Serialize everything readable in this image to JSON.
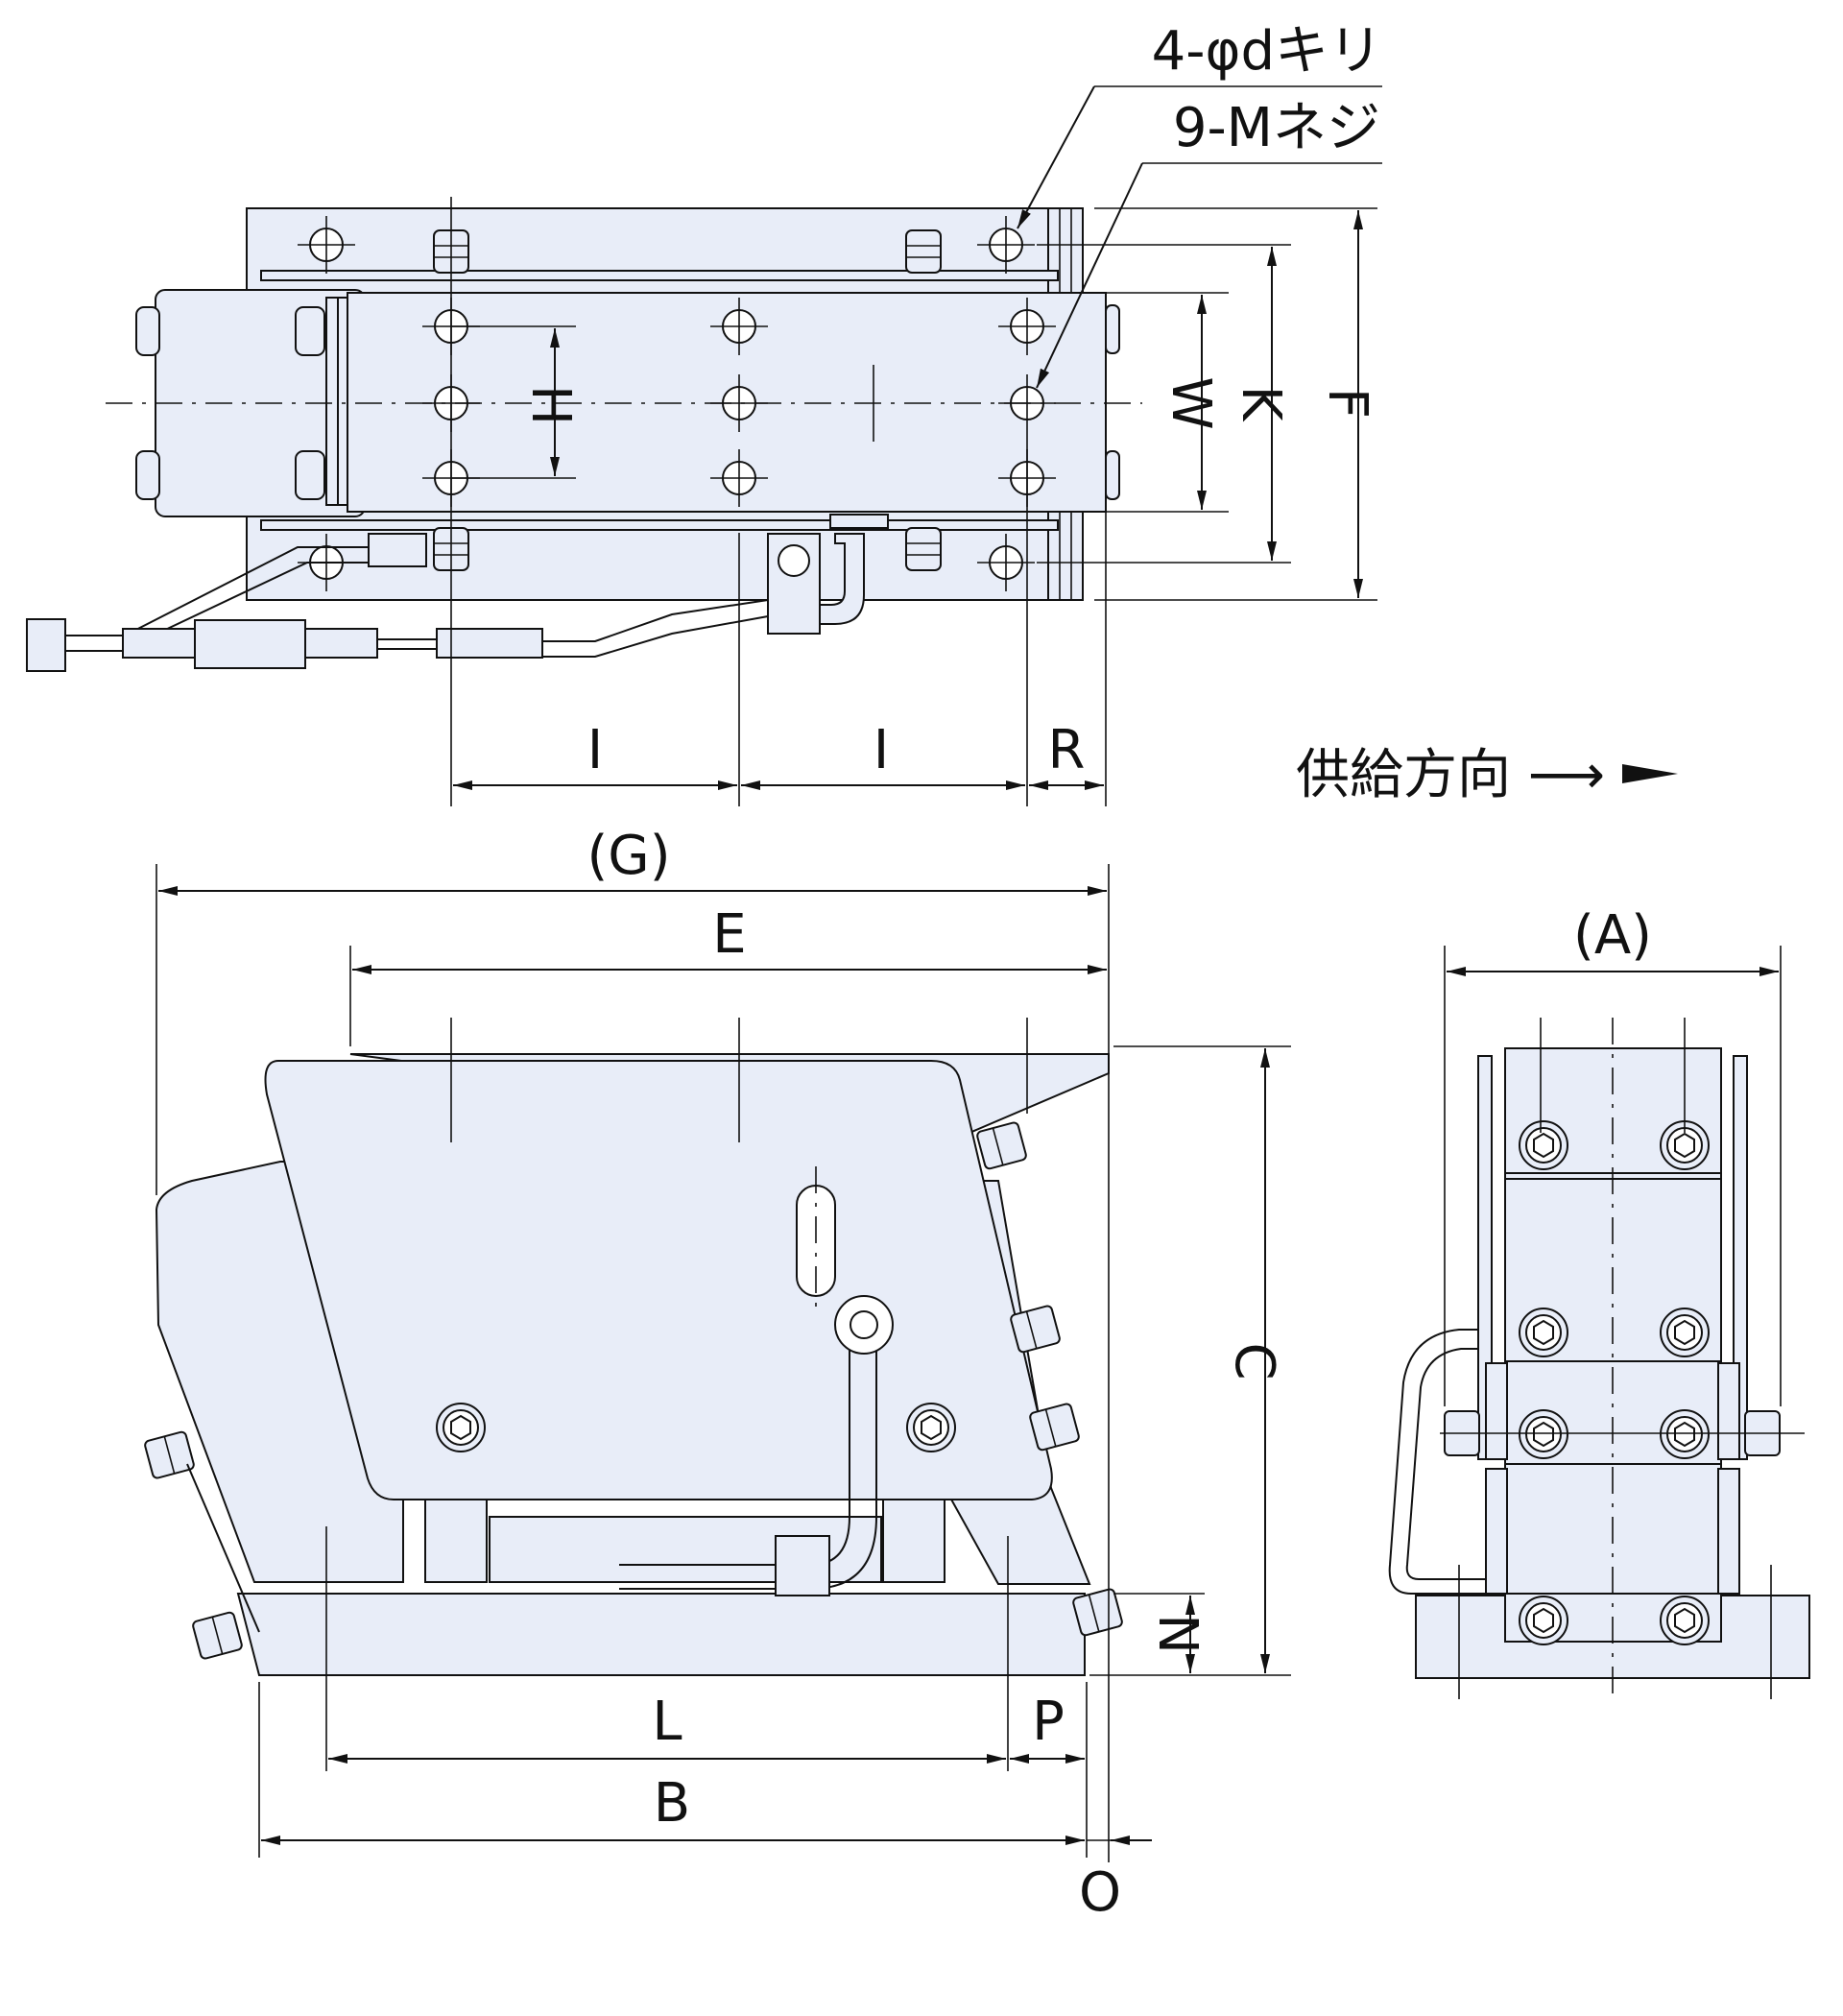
{
  "labels": {
    "hole_note": "4-φdキリ",
    "thread_note": "9-Mネジ",
    "feed_direction": "供給方向 ⟶",
    "dim_H": "H",
    "dim_W": "W",
    "dim_K": "K",
    "dim_F": "F",
    "dim_I_1": "I",
    "dim_I_2": "I",
    "dim_R": "R",
    "dim_G": "(G)",
    "dim_E": "E",
    "dim_A": "(A)",
    "dim_C": "C",
    "dim_N": "N",
    "dim_L": "L",
    "dim_P": "P",
    "dim_B": "B",
    "dim_O": "O"
  },
  "colors": {
    "part_fill": "#e8edf8",
    "line": "#111111",
    "background": "#ffffff"
  }
}
